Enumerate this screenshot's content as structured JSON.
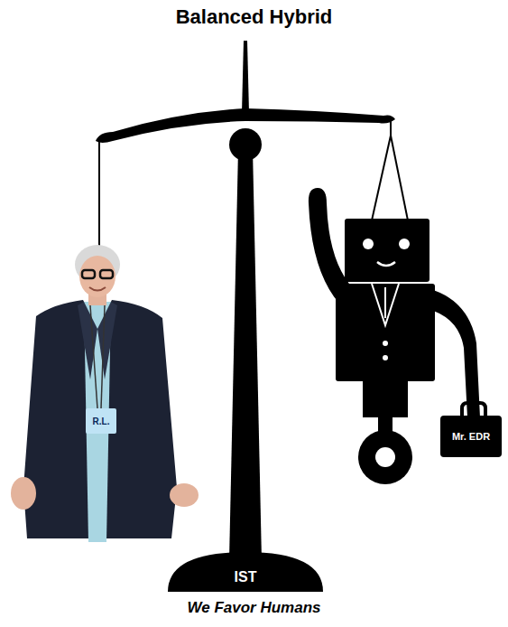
{
  "diagram": {
    "title": "Balanced Hybrid",
    "caption": "We Favor Humans",
    "nodes": [
      {
        "text": [
          "R.L."
        ]
      },
      {
        "text": [
          "Mr. EDR"
        ]
      },
      {
        "text": [
          "IST"
        ]
      }
    ]
  }
}
